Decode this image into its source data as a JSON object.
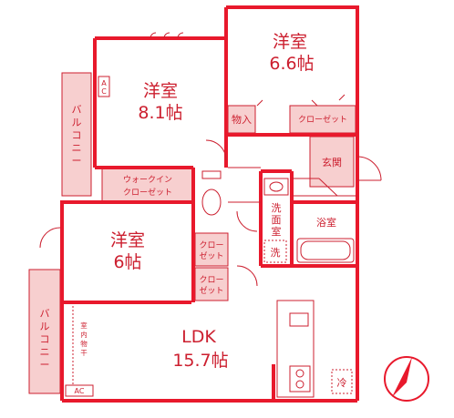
{
  "rooms": {
    "western_room_1": {
      "name": "洋室",
      "size": "6.6帖"
    },
    "western_room_2": {
      "name": "洋室",
      "size": "8.1帖"
    },
    "western_room_3": {
      "name": "洋室",
      "size": "6帖"
    },
    "ldk": {
      "name": "LDK",
      "size": "15.7帖"
    },
    "storage": "物入",
    "closet_top": "クローゼット",
    "entrance": "玄関",
    "walk_in_line1": "ウォークイン",
    "walk_in_line2": "クローゼット",
    "washroom": [
      "洗",
      "面",
      "室"
    ],
    "bathroom": "浴室",
    "closet_left_1": {
      "line1": "クロー",
      "line2": "ゼット"
    },
    "closet_left_2": {
      "line1": "クロー",
      "line2": "ゼット"
    },
    "balcony_left": [
      "バ",
      "ル",
      "コ",
      "ニ",
      "ー"
    ],
    "balcony_bottom": [
      "バ",
      "ル",
      "コ",
      "ニ",
      "ー"
    ],
    "indoor_drying": [
      "室",
      "内",
      "物",
      "干"
    ]
  },
  "fixtures": {
    "ac_top_line1": "A",
    "ac_top_line2": "C",
    "ac_bottom": "AC",
    "washer_mark": "洗",
    "fridge_mark": "冷"
  },
  "colors": {
    "wall": "#e8192c",
    "line": "#cc1f2f",
    "balcony_fill": "#f7cfcf",
    "closet_fill": "#f7cfcf"
  },
  "icons": [
    "compass-north-icon",
    "door-swing-icon",
    "toilet-icon",
    "sink-icon",
    "bathtub-icon",
    "stove-icon"
  ]
}
